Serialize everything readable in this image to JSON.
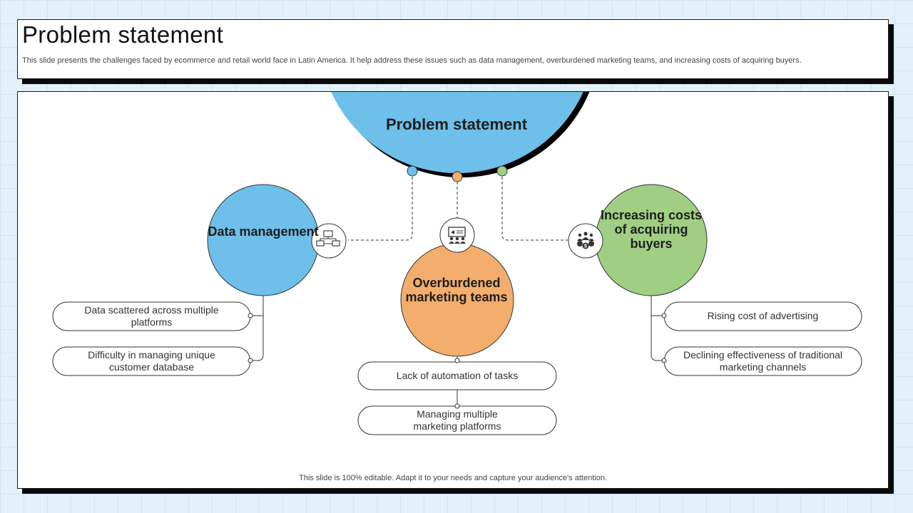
{
  "header": {
    "title": "Problem statement",
    "subtitle": "This slide presents the challenges faced by ecommerce and retail world face in Latin America. It help address these issues such as data management, overburdened marketing teams, and increasing costs of acquiring buyers."
  },
  "diagram": {
    "center": {
      "label": "Problem statement",
      "color": "#6ebfea"
    },
    "nodes": [
      {
        "label": "Data management",
        "color": "#6ebfea",
        "icon": "data-flow-icon",
        "items": [
          "Data scattered across multiple platforms",
          "Difficulty in managing unique customer database"
        ]
      },
      {
        "label": "Overburdened marketing teams",
        "color": "#f3ad6c",
        "icon": "marketing-team-icon",
        "items": [
          "Lack of automation of tasks",
          "Managing multiple marketing platforms"
        ]
      },
      {
        "label": "Increasing costs of acquiring buyers",
        "color": "#a0cf84",
        "icon": "buyers-cost-icon",
        "items": [
          "Rising cost of advertising",
          "Declining effectiveness of traditional marketing channels"
        ]
      }
    ]
  },
  "footer": {
    "text": "This slide is 100% editable. Adapt it to your needs and capture your audience's attention."
  }
}
